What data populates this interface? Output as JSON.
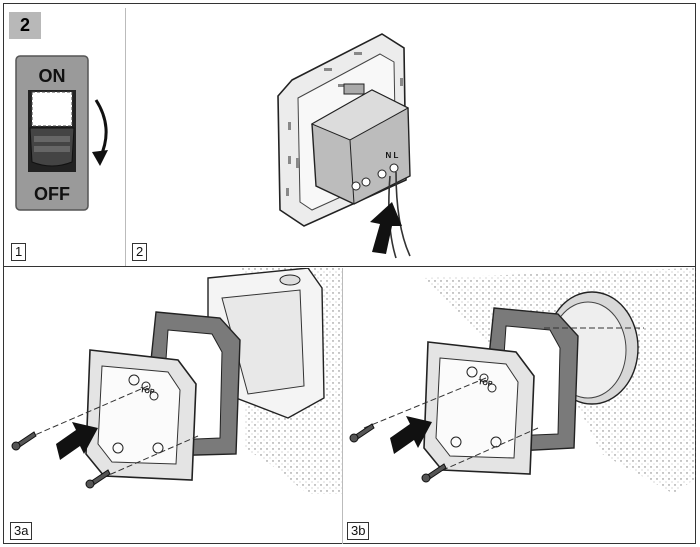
{
  "step": {
    "badge": "2"
  },
  "switch": {
    "on_label": "ON",
    "off_label": "OFF"
  },
  "box_labels": {
    "terminals": "N L"
  },
  "frame_labels": {
    "top": "TOP"
  },
  "panels": [
    {
      "label": "1"
    },
    {
      "label": "2"
    },
    {
      "label": "3a"
    },
    {
      "label": "3b"
    }
  ],
  "colors": {
    "badge_bg": "#b8b8b8",
    "switch_bg": "#9a9a9a",
    "line": "#222222"
  }
}
